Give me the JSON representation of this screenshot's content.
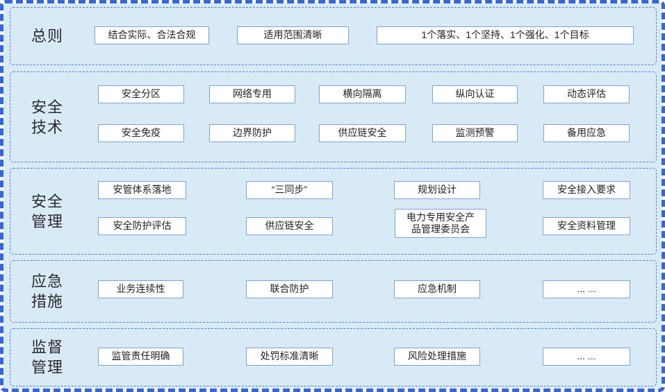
{
  "palette": {
    "background": "#d9eaf7",
    "outer_border": "#3667d6",
    "section_border": "#4d7ed2",
    "box_border": "#7ca2d4",
    "box_background": "#ffffff",
    "text": "#1f1f1f"
  },
  "sections": [
    {
      "label": "总则",
      "rows": [
        [
          "结合实际、合法合规",
          "适用范围清晰",
          "1个落实、1个坚持、1个强化、1个目标"
        ]
      ]
    },
    {
      "label": "安全\n技术",
      "rows": [
        [
          "安全分区",
          "网络专用",
          "横向隔离",
          "纵向认证",
          "动态评估"
        ],
        [
          "安全免疫",
          "边界防护",
          "供应链安全",
          "监测预警",
          "备用应急"
        ]
      ]
    },
    {
      "label": "安全\n管理",
      "rows": [
        [
          "安管体系落地",
          "“三同步”",
          "规划设计",
          "安全接入要求"
        ],
        [
          "安全防护评估",
          "供应链安全",
          "电力专用安全产\n品管理委员会",
          "安全资料管理"
        ]
      ]
    },
    {
      "label": "应急\n措施",
      "rows": [
        [
          "业务连续性",
          "联合防护",
          "应急机制",
          "... ..."
        ]
      ]
    },
    {
      "label": "监督\n管理",
      "rows": [
        [
          "监管责任明确",
          "处罚标准清晰",
          "风险处理措施",
          "... ..."
        ]
      ]
    }
  ]
}
